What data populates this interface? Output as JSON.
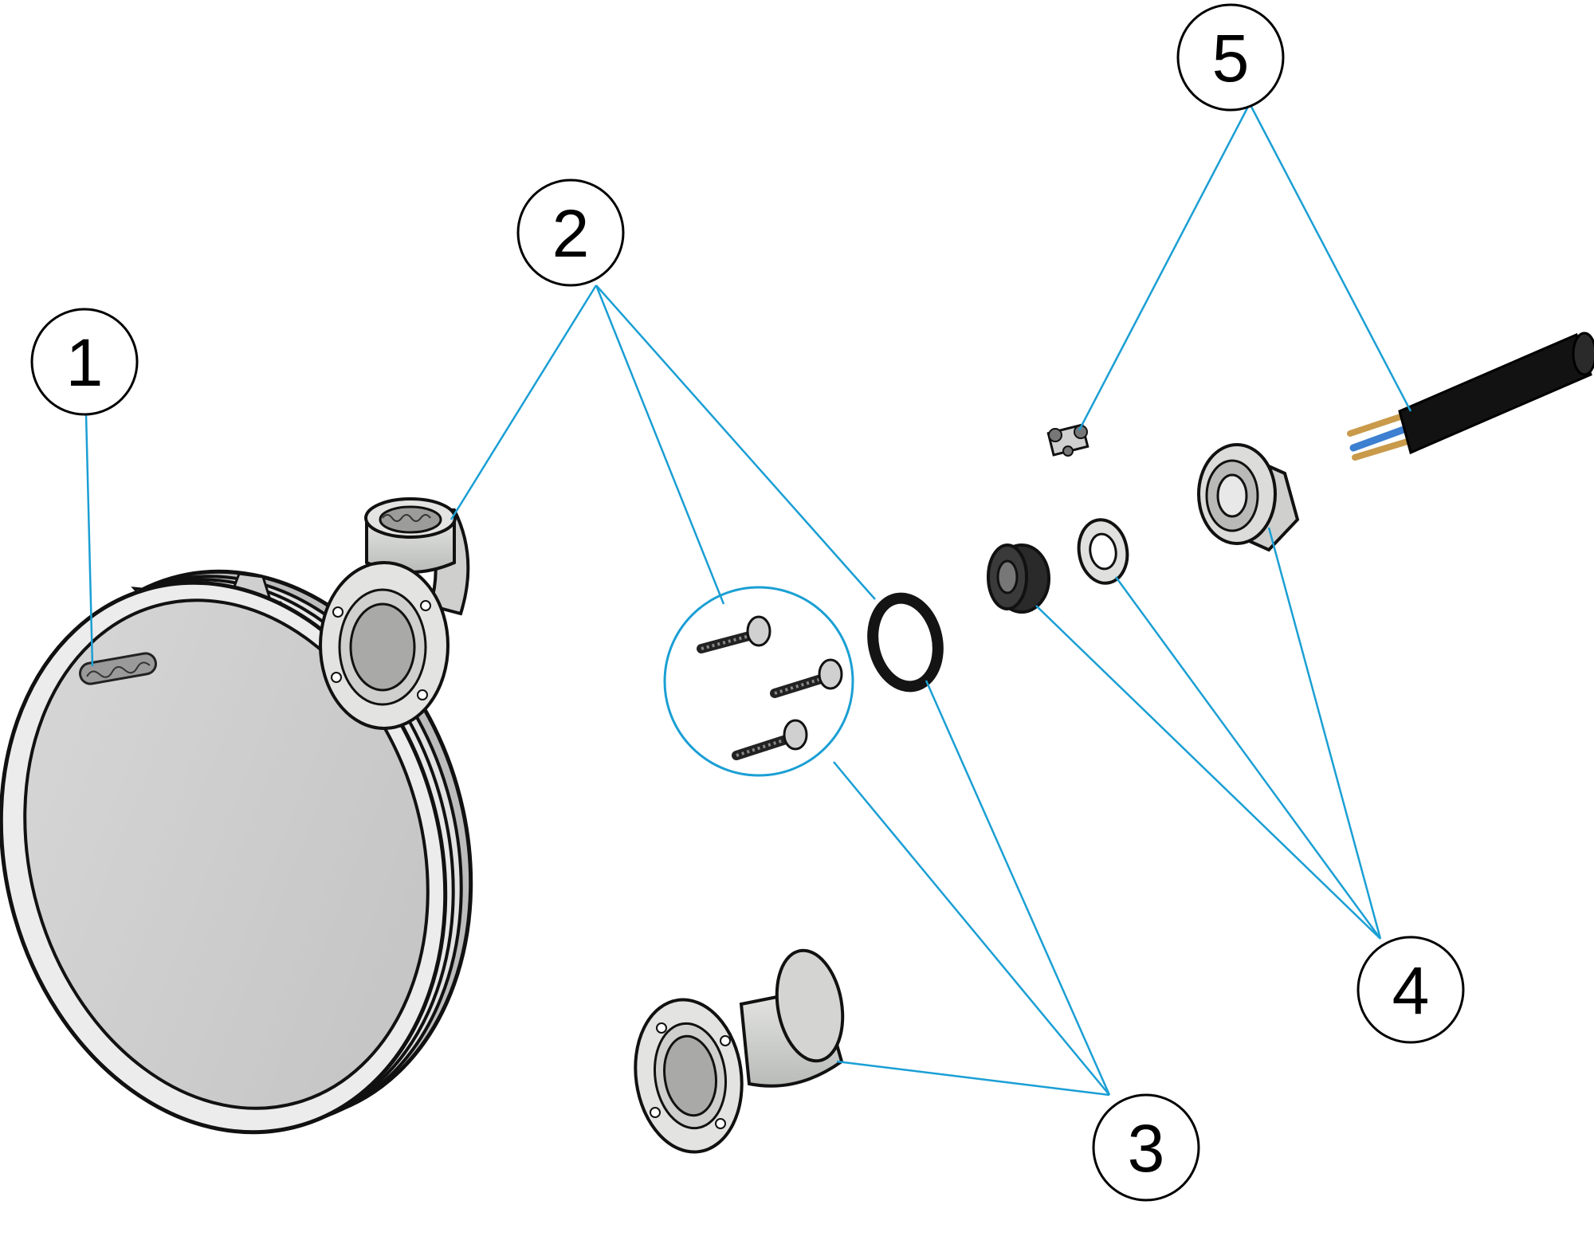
{
  "colors": {
    "leader": "#1a9fd4",
    "outline": "#111111",
    "part_fill": "#d9dad8",
    "part_fill_light": "#ececea",
    "lens_fill": "#cfcfcf",
    "cable": "#121212",
    "wire_copper": "#c89a4a",
    "wire_blue": "#3d7fd0"
  },
  "callouts": [
    {
      "label": "1",
      "part": "lamp-body"
    },
    {
      "label": "2",
      "part": "elbow-and-screws"
    },
    {
      "label": "3",
      "part": "sleeve-and-o-ring"
    },
    {
      "label": "4",
      "part": "cable-gland-set"
    },
    {
      "label": "5",
      "part": "cable-and-terminal"
    }
  ]
}
